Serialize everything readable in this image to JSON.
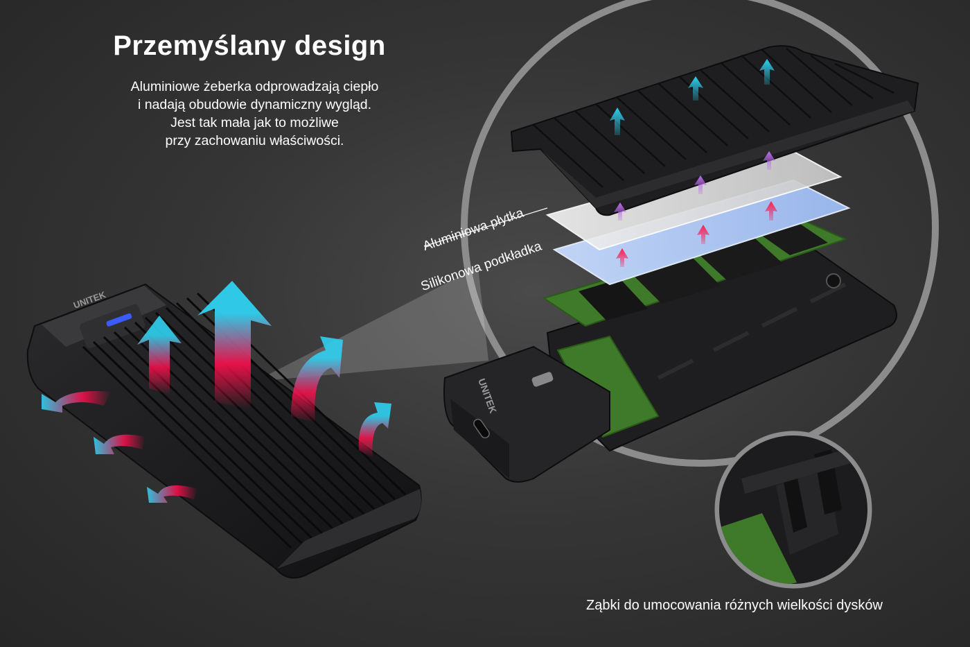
{
  "header": {
    "title": "Przemyślany design",
    "description_lines": [
      "Aluminiowe żeberka odprowadzają ciepło",
      "i nadają obudowie dynamiczny wygląd.",
      "Jest tak mała jak to możliwe",
      "przy zachowaniu właściwości."
    ]
  },
  "labels": {
    "plate": "Aluminiowa płytka",
    "pad": "Silikonowa podkładka"
  },
  "caption": "Ząbki do umocowania różnych wielkości dysków",
  "brand": "UNITEK",
  "colors": {
    "arrow_cyan": "#2fd0f0",
    "arrow_pink": "#f0104a",
    "arrow_purple": "#b060e0",
    "pcb_green": "#3f7a2a",
    "case_black": "#1c1c1e",
    "led_blue": "#3a5cff"
  }
}
